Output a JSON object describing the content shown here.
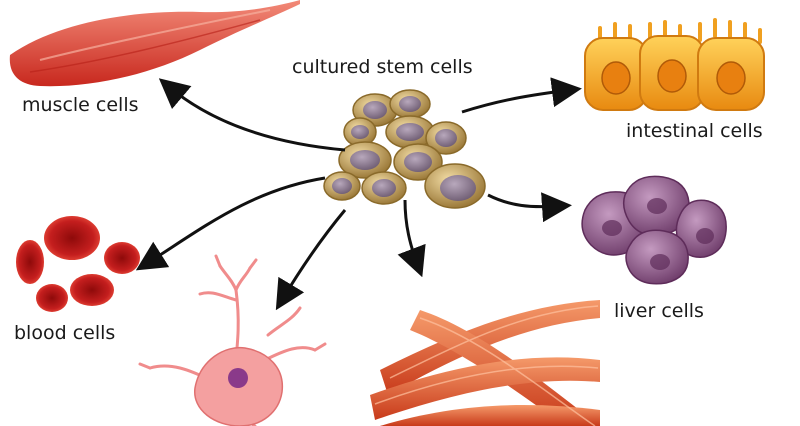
{
  "labels": {
    "center": "cultured stem cells",
    "muscle": "muscle cells",
    "intestinal": "intestinal cells",
    "liver": "liver cells",
    "blood": "blood cells"
  },
  "colors": {
    "stem_fill": "#c9a45c",
    "stem_nucleus": "#8c7c90",
    "muscle": "#e0463c",
    "intestinal": "#f0a020",
    "liver": "#8a5a86",
    "blood": "#c81e1e",
    "neuron": "#f08c8c",
    "fiber": "#e2522a",
    "arrow": "#111111"
  }
}
